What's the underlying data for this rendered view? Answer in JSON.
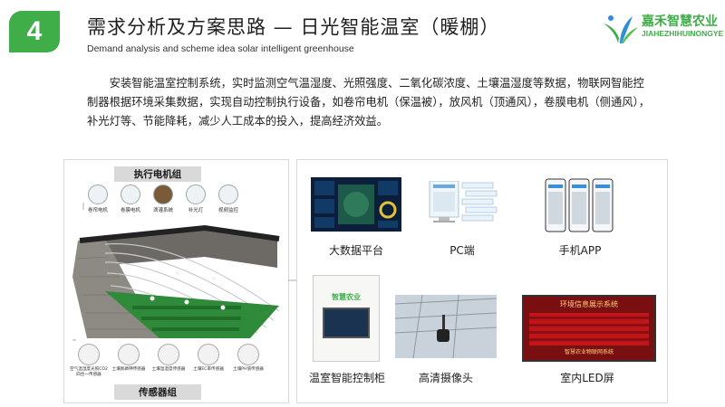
{
  "header": {
    "section_number": "4",
    "title": "需求分析及方案思路 — 日光智能温室（暖棚）",
    "subtitle": "Demand analysis and scheme idea solar intelligent greenhouse"
  },
  "logo": {
    "name_cn": "嘉禾智慧农业",
    "name_en": "JIAHEZHIHUINONGYE"
  },
  "intro_text": "安装智能温室控制系统，实时监测空气温湿度、光照强度、二氧化碳浓度、土壤温湿度等数据，物联网智能控制器根据环境采集数据，实现自动控制执行设备，如卷帘电机（保温被），放风机（顶通风），卷膜电机（侧通风），补光灯等、节能降耗，减少人工成本的投入，提高经济效益。",
  "left_panel": {
    "actuator_group": "执行电机组",
    "actuators": [
      "卷帘电机",
      "卷膜电机",
      "滴灌系统",
      "补光灯",
      "视频监控"
    ],
    "sensor_group": "传感器组",
    "sensors": [
      "空气温湿度光照CO2四合一传感器",
      "土壤氮磷钾传感器",
      "土壤温湿度传感器",
      "土壤EC率传感器",
      "土壤PH值传感器"
    ]
  },
  "right_panel": {
    "items": [
      {
        "caption": "大数据平台"
      },
      {
        "caption": "PC端"
      },
      {
        "caption": "手机APP"
      },
      {
        "caption": "温室智能控制柜",
        "screen_label": "智慧农业"
      },
      {
        "caption": "高清摄像头"
      },
      {
        "caption": "室内LED屏",
        "led_title": "环境信息展示系统",
        "led_footer": "智慧农业物联网系统"
      }
    ]
  },
  "colors": {
    "brand_green": "#3fae49",
    "led_red": "#c0161a",
    "panel_border": "#d8d8d8"
  }
}
